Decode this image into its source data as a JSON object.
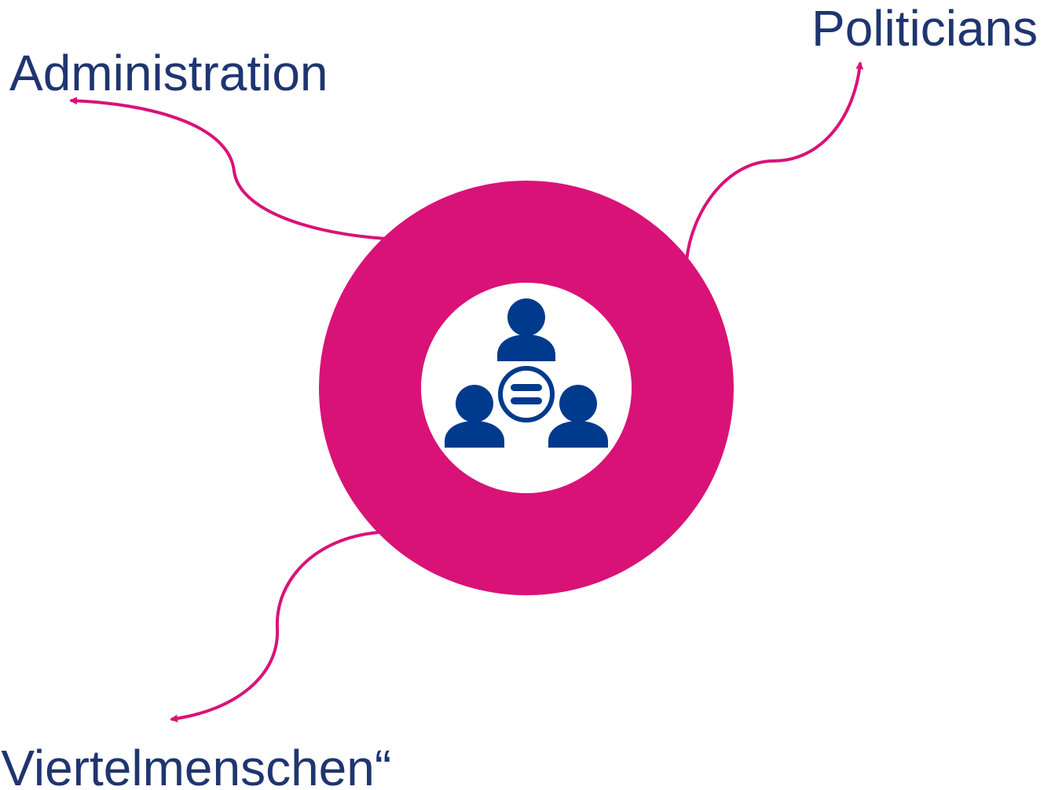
{
  "colors": {
    "accent": "#D91278",
    "text": "#1F3570",
    "icon": "#003A8C",
    "background": "#FFFFFF"
  },
  "hub": {
    "icon": "group-equality-icon"
  },
  "labels": {
    "politicians": "Politicians",
    "administration": "Administration",
    "viertelmenschen": "„Viertelmenschen“"
  }
}
